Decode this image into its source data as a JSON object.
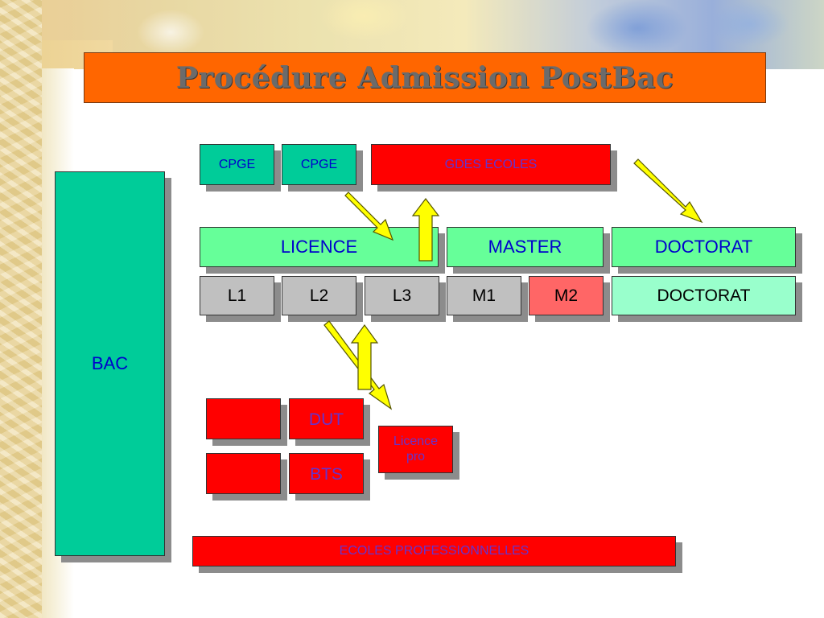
{
  "title": "Procédure  Admission PostBac",
  "bac": "BAC",
  "top_row": {
    "cpge1": "CPGE",
    "cpge2": "CPGE",
    "grandes_ecoles": "GDES ECOLES"
  },
  "degrees": {
    "licence": "LICENCE",
    "master": "MASTER",
    "doctorat": "DOCTORAT"
  },
  "years": {
    "l1": "L1",
    "l2": "L2",
    "l3": "L3",
    "m1": "M1",
    "m2": "M2",
    "doctorat": "DOCTORAT"
  },
  "short_courses": {
    "dut": "DUT",
    "bts": "BTS",
    "licence_pro_line1": "Licence",
    "licence_pro_line2": "pro"
  },
  "ecoles_pro": "ECOLES PROFESSIONNELLES",
  "colors": {
    "title_bg": "#ff6600",
    "teal": "#00cc99",
    "green": "#66ff99",
    "mint": "#99ffcc",
    "grey": "#c0c0c0",
    "red": "#ff0000",
    "pink": "#ff6666",
    "arrow": "#ffff00"
  }
}
